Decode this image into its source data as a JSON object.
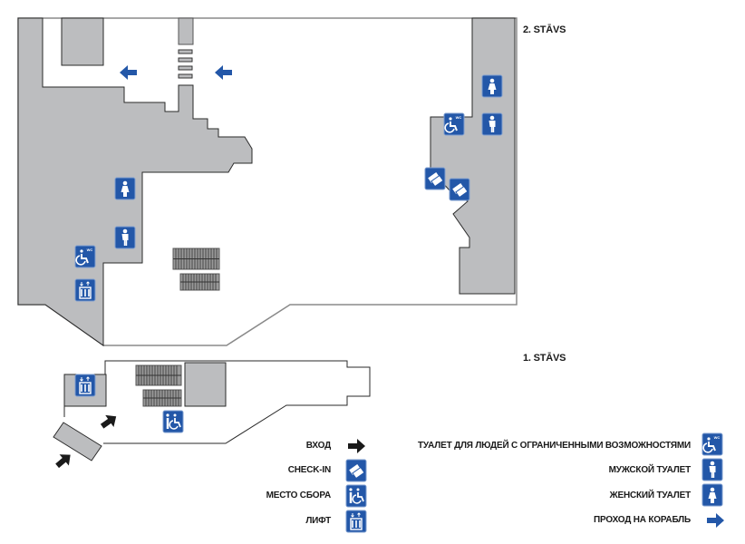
{
  "floors": {
    "upper": "2. STĀVS",
    "lower": "1. STĀVS"
  },
  "legend": {
    "left": [
      {
        "label": "ВХОД",
        "icon": "entrance-arrow-icon"
      },
      {
        "label": "CHECK-IN",
        "icon": "check-in-icon"
      },
      {
        "label": "МЕСТО СБОРА",
        "icon": "assembly-point-icon"
      },
      {
        "label": "ЛИФТ",
        "icon": "elevator-icon"
      }
    ],
    "right": [
      {
        "label": "ТУАЛЕТ ДЛЯ ЛЮДЕЙ С ОГРАНИЧЕННЫМИ ВОЗМОЖНОСТЯМИ",
        "icon": "accessible-wc-icon"
      },
      {
        "label": "МУЖСКОЙ ТУАЛЕТ",
        "icon": "mens-toilet-icon"
      },
      {
        "label": "ЖЕНСКИЙ ТУАЛЕТ",
        "icon": "womens-toilet-icon"
      },
      {
        "label": "ПРОХОД НА КОРАБЛЬ",
        "icon": "ship-passage-arrow-icon"
      }
    ]
  },
  "icon_text": {
    "wc": "WC"
  },
  "colors": {
    "sign_blue": "#2357a8",
    "area_gray": "#bcbdbf",
    "wall": "#2a2a2a",
    "entrance": "#1a1a1a"
  }
}
